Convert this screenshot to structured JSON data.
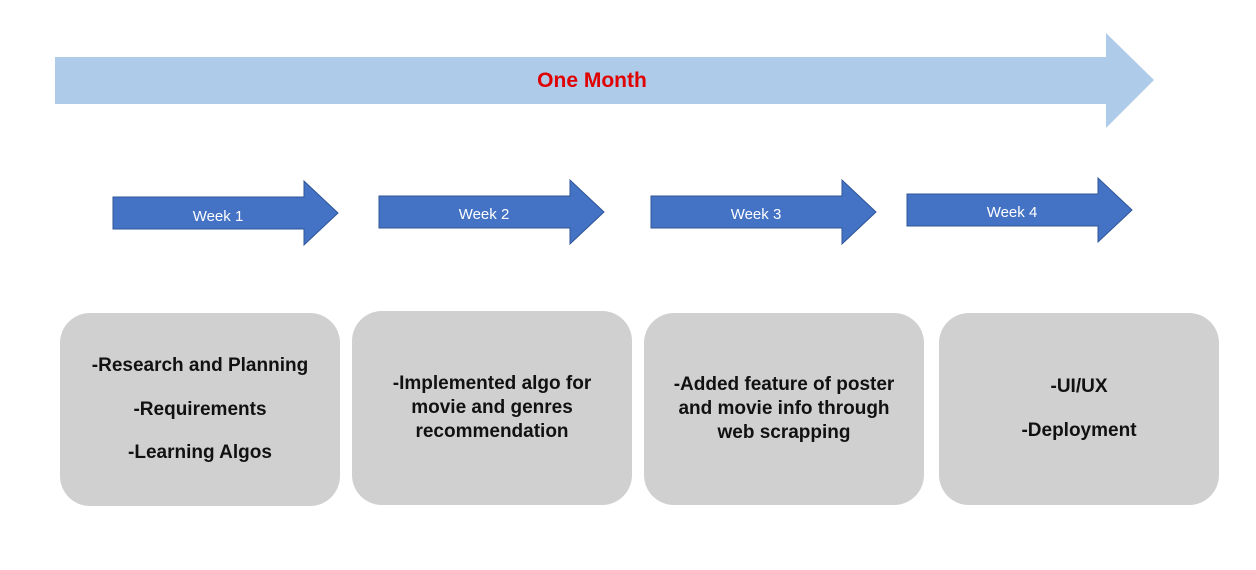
{
  "timeline": {
    "title": "One Month",
    "title_color": "#e00000",
    "arrow_color": "#aecbe9"
  },
  "weeks": [
    {
      "label": "Week 1"
    },
    {
      "label": "Week 2"
    },
    {
      "label": "Week 3"
    },
    {
      "label": "Week 4"
    }
  ],
  "week_arrow_color": "#4472c4",
  "tasks": [
    {
      "items": [
        "-Research and Planning",
        "-Requirements",
        "-Learning Algos"
      ]
    },
    {
      "items": [
        "-Implemented algo for movie and genres recommendation"
      ]
    },
    {
      "items": [
        "-Added feature of poster and movie info through web scrapping"
      ]
    },
    {
      "items": [
        "-UI/UX",
        "-Deployment"
      ]
    }
  ],
  "task_box_color": "#d0d0d0"
}
